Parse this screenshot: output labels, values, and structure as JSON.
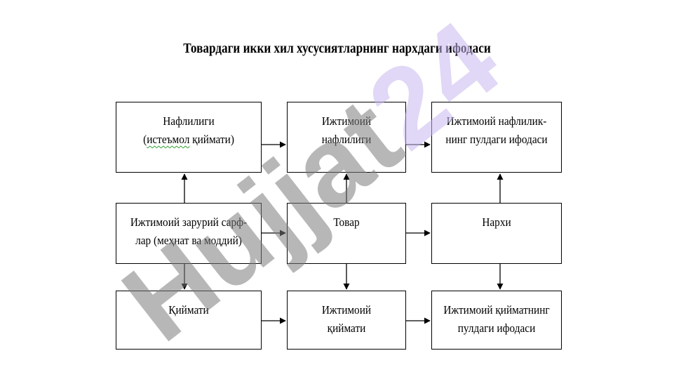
{
  "title": "Товардаги икки хил хусусиятларнинг нархдаги ифодаси",
  "boxes": {
    "r1c1": {
      "line1": "Нафлилиги",
      "line2_pre": "(",
      "line2_wavy": "истеъмол",
      "line2_post": " қиймати)"
    },
    "r1c2": {
      "line1": "Ижтимоий",
      "line2": "нафлилиги"
    },
    "r1c3": {
      "line1": "Ижтимоий нафлилик-",
      "line2": "нинг пулдаги ифодаси"
    },
    "r2c1": {
      "line1": "Ижтимоий зарурий сарф-",
      "line2": "лар (меҳнат ва моддий)"
    },
    "r2c2": {
      "line1": "Товар"
    },
    "r2c3": {
      "line1": "Нархи"
    },
    "r3c1": {
      "line1": "Қиймати"
    },
    "r3c2": {
      "line1": "Ижтимоий",
      "line2": "қиймати"
    },
    "r3c3": {
      "line1": "Ижтимоий қийматнинг",
      "line2": "пулдаги ифодаси"
    }
  },
  "watermark": {
    "text": "Hujjat24",
    "color": "#7c7c7c",
    "accent": "#c9b6ee"
  }
}
